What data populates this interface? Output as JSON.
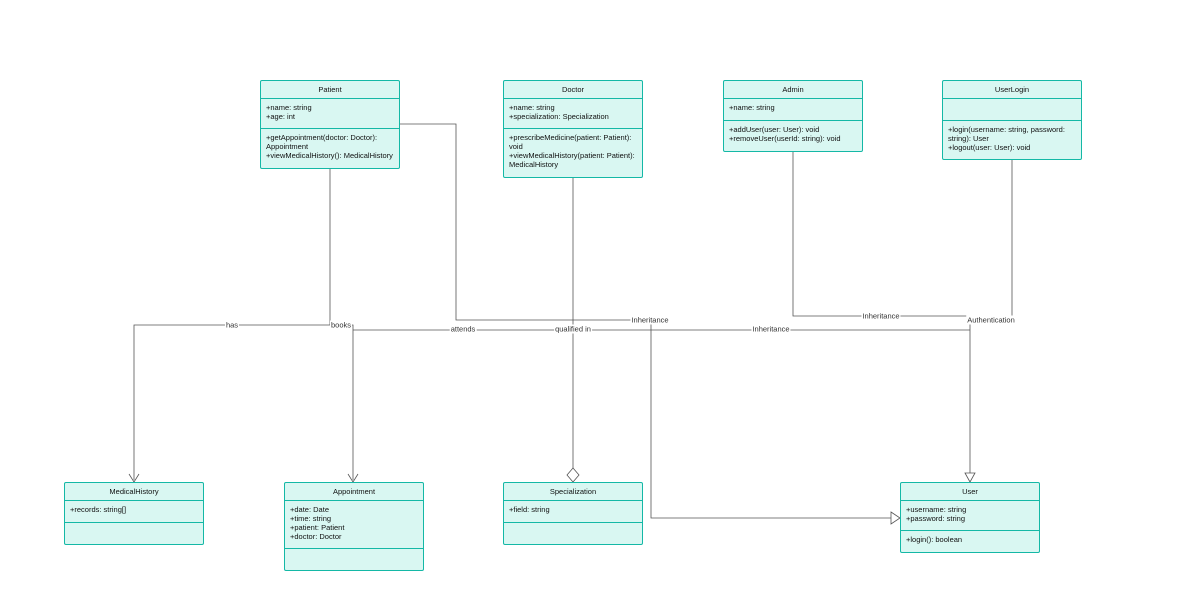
{
  "classes": {
    "patient": {
      "name": "Patient",
      "attributes": [
        "+name: string",
        "+age: int"
      ],
      "methods": [
        "+getAppointment(doctor: Doctor): Appointment",
        "+viewMedicalHistory(): MedicalHistory"
      ]
    },
    "doctor": {
      "name": "Doctor",
      "attributes": [
        "+name: string",
        "+specialization: Specialization"
      ],
      "methods": [
        "+prescribeMedicine(patient: Patient): void",
        "+viewMedicalHistory(patient: Patient): MedicalHistory"
      ]
    },
    "admin": {
      "name": "Admin",
      "attributes": [
        "+name: string"
      ],
      "methods": [
        "+addUser(user: User): void",
        "+removeUser(userId: string): void"
      ]
    },
    "userlogin": {
      "name": "UserLogin",
      "attributes": [],
      "methods": [
        "+login(username: string, password: string): User",
        "+logout(user: User): void"
      ]
    },
    "medicalhistory": {
      "name": "MedicalHistory",
      "attributes": [
        "+records: string[]"
      ],
      "methods": []
    },
    "appointment": {
      "name": "Appointment",
      "attributes": [
        "+date: Date",
        "+time: string",
        "+patient: Patient",
        "+doctor: Doctor"
      ],
      "methods": []
    },
    "specialization": {
      "name": "Specialization",
      "attributes": [
        "+field: string"
      ],
      "methods": []
    },
    "user": {
      "name": "User",
      "attributes": [
        "+username: string",
        "+password: string"
      ],
      "methods": [
        "+login(): boolean"
      ]
    }
  },
  "relationships": {
    "has": "has",
    "books": "books",
    "attends": "attends",
    "qualified_in": "qualified in",
    "inheritance_patient": "Inheritance",
    "inheritance_doctor": "Inheritance",
    "inheritance_admin": "Inheritance",
    "authentication": "Authentication"
  },
  "colors": {
    "class_fill": "#d9f7f2",
    "class_border": "#14b8a6",
    "edge": "#555555"
  }
}
